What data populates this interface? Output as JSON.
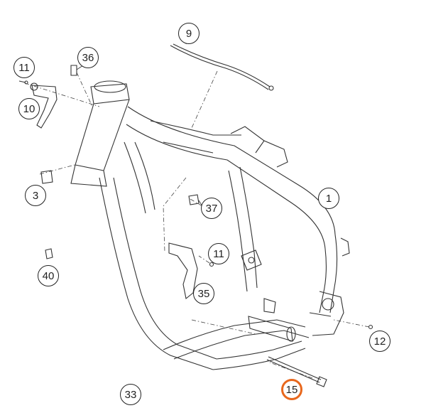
{
  "callouts": [
    {
      "id": "c9",
      "label": "9"
    },
    {
      "id": "c36",
      "label": "36"
    },
    {
      "id": "c11a",
      "label": "11"
    },
    {
      "id": "c10",
      "label": "10"
    },
    {
      "id": "c1",
      "label": "1"
    },
    {
      "id": "c3",
      "label": "3"
    },
    {
      "id": "c37",
      "label": "37"
    },
    {
      "id": "c11b",
      "label": "11"
    },
    {
      "id": "c40",
      "label": "40"
    },
    {
      "id": "c35",
      "label": "35"
    },
    {
      "id": "c12",
      "label": "12"
    },
    {
      "id": "c33",
      "label": "33"
    },
    {
      "id": "c15",
      "label": "15"
    }
  ],
  "highlight_color": "#e8671c",
  "highlighted_part": "15"
}
